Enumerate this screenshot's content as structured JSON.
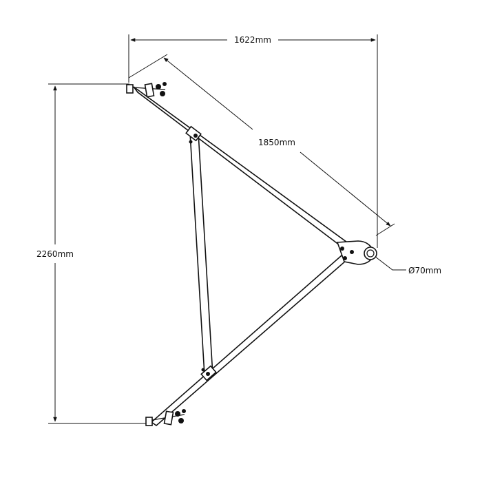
{
  "dimensions": {
    "width": "1622mm",
    "diagonal": "1850mm",
    "height": "2260mm",
    "diameter": "Ø70mm"
  }
}
